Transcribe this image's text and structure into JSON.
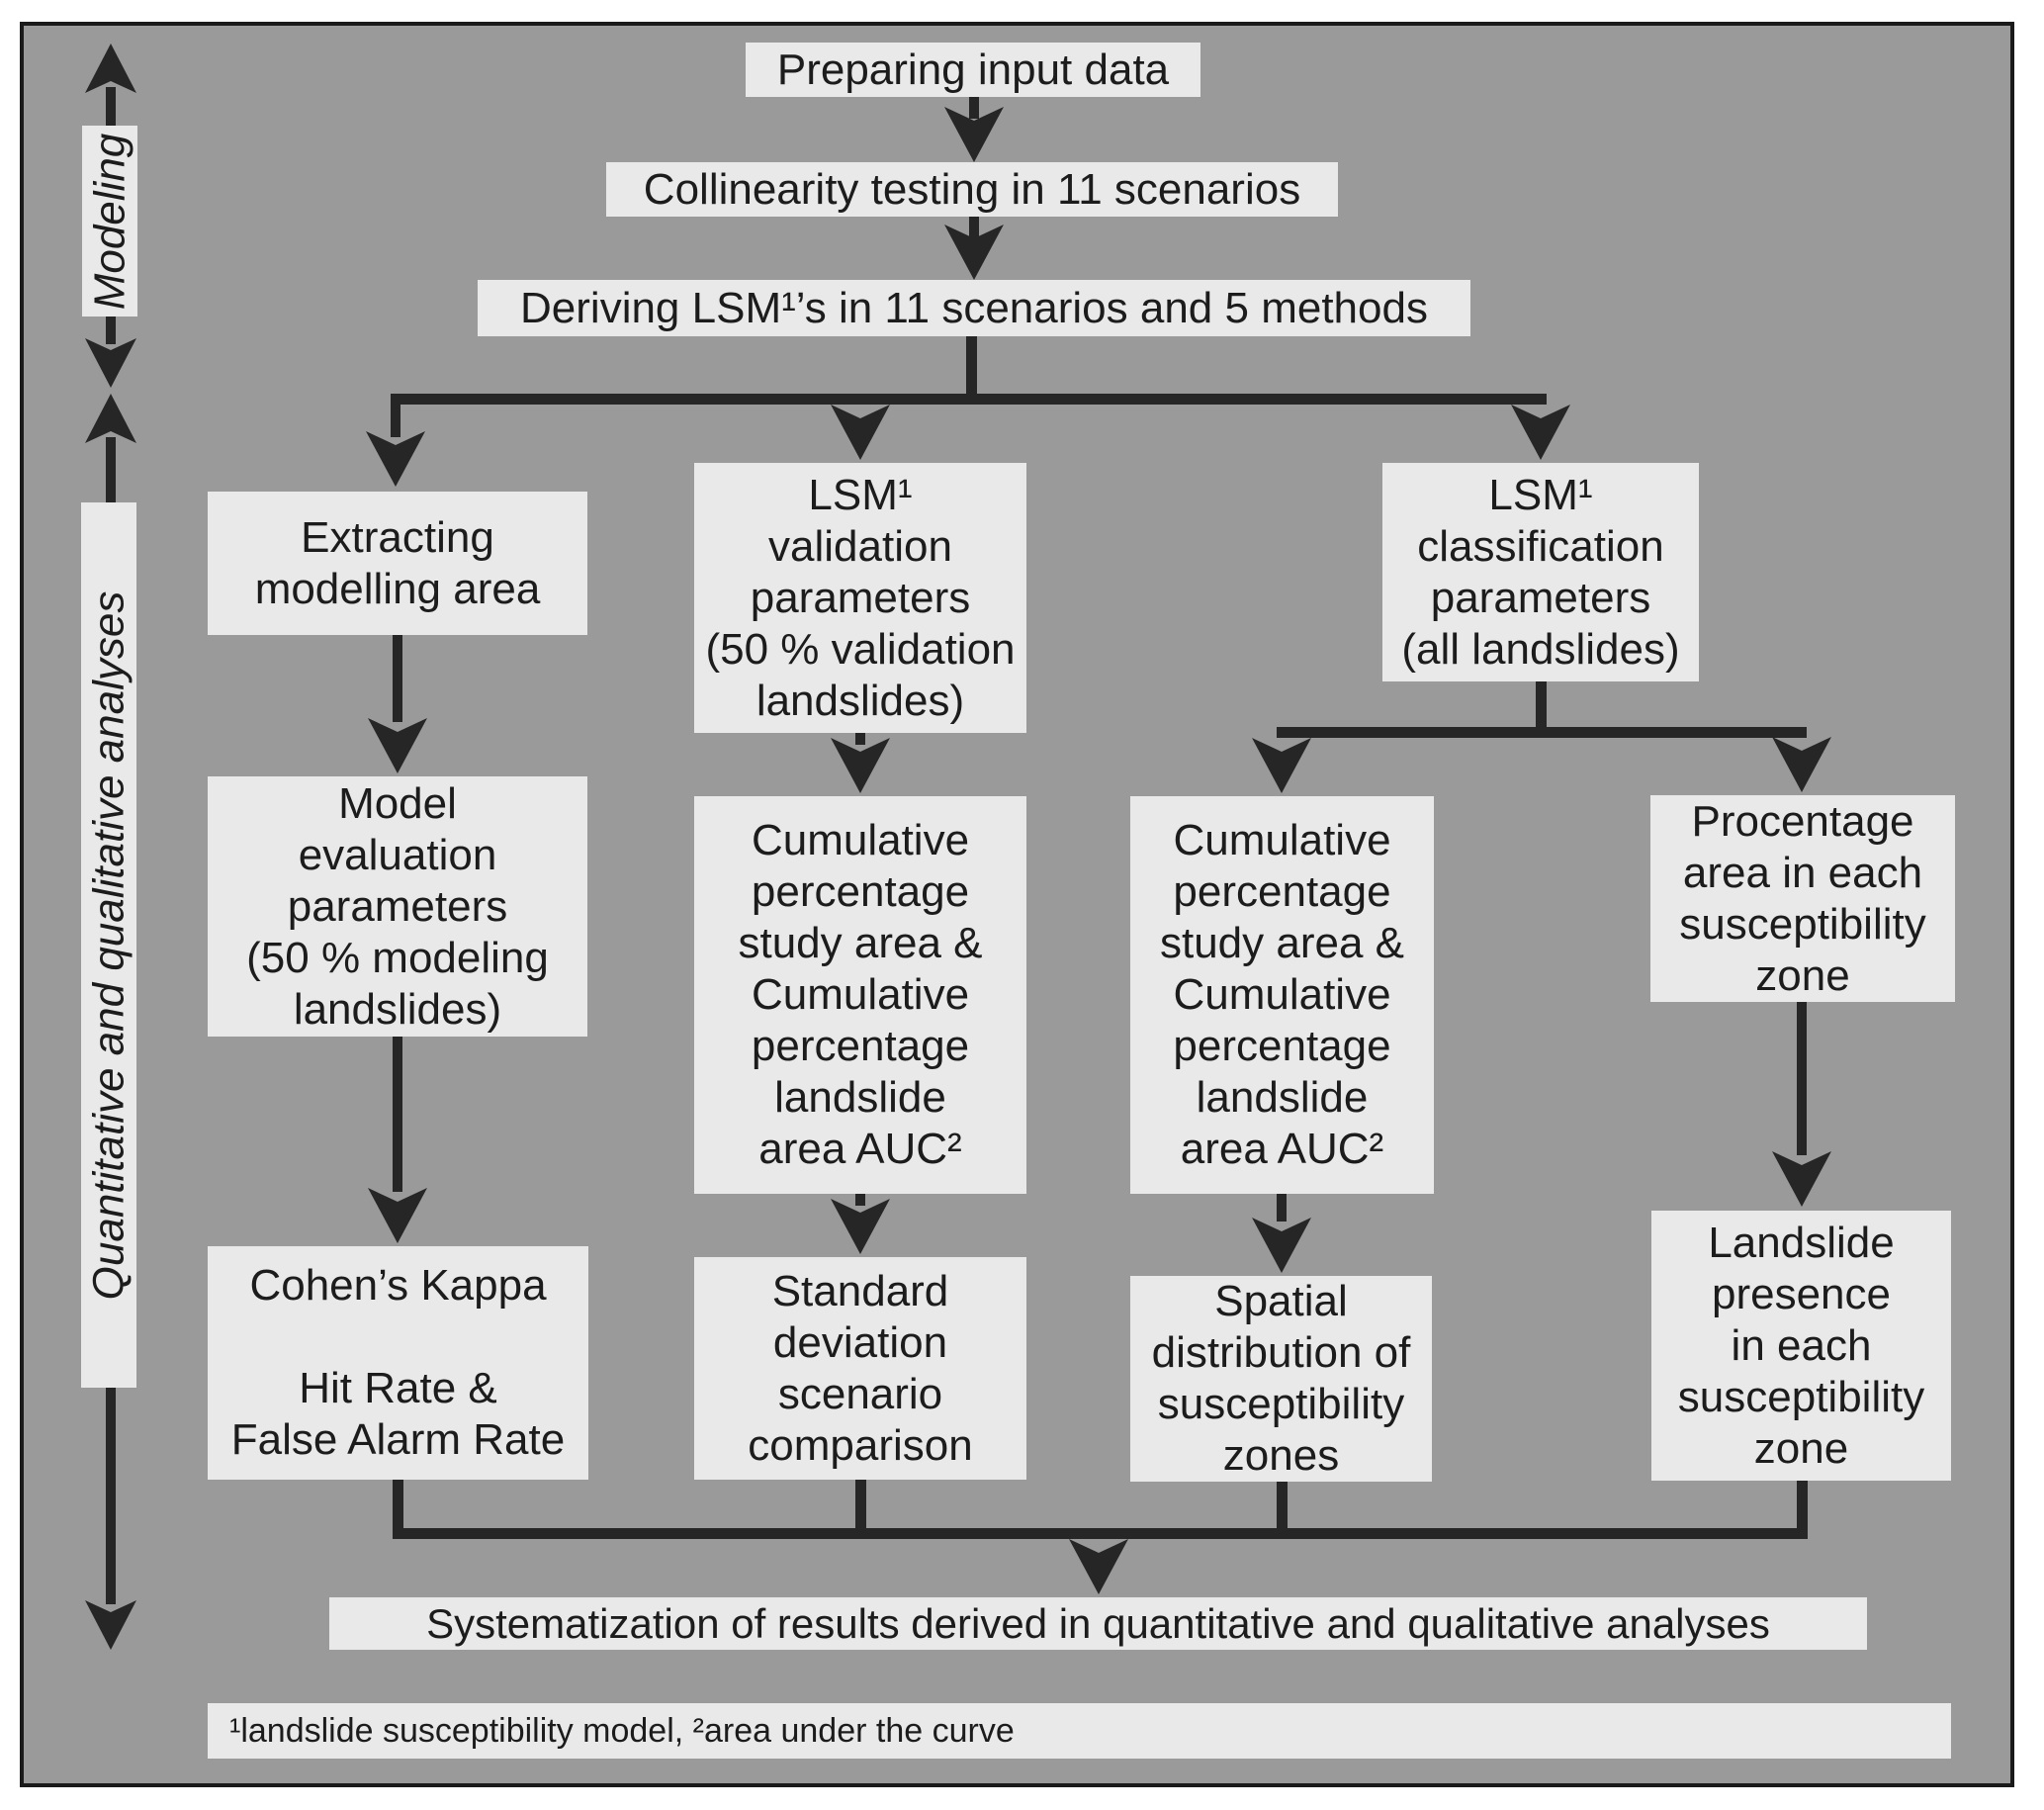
{
  "diagram": {
    "background_color": "#9a9a9a",
    "node_fill_color": "#e9e9e9",
    "line_color": "#262626",
    "text_color": "#1c1c1c"
  },
  "sidebar": {
    "modeling": "Modeling",
    "quant_qual": "Quantitative and qualitative analyses"
  },
  "nodes": {
    "preparing": {
      "label": "Preparing input data"
    },
    "collinearity": {
      "label": "Collinearity testing in 11 scenarios"
    },
    "deriving": {
      "label": "Deriving LSM¹’s in 11 scenarios and 5 methods"
    },
    "extracting": {
      "lines": [
        "Extracting",
        "modelling area"
      ]
    },
    "model_eval": {
      "lines": [
        "Model",
        "evaluation",
        "parameters",
        "(50 % modeling",
        "landslides)"
      ]
    },
    "cohens_kappa": {
      "lines": [
        "Cohen’s Kappa",
        "",
        "Hit Rate &",
        "False Alarm Rate"
      ]
    },
    "lsm_validation": {
      "lines": [
        "LSM¹",
        "validation",
        "parameters",
        "(50 % validation",
        "landslides)"
      ]
    },
    "cumulative_validation": {
      "lines": [
        "Cumulative",
        "percentage",
        "study area &",
        "Cumulative",
        "percentage",
        "landslide",
        "area AUC²"
      ]
    },
    "standard_deviation": {
      "lines": [
        "Standard",
        "deviation",
        "scenario",
        "comparison"
      ]
    },
    "lsm_classification": {
      "lines": [
        "LSM¹",
        "classification",
        "parameters",
        "(all landslides)"
      ]
    },
    "cumulative_classification": {
      "lines": [
        "Cumulative",
        "percentage",
        "study area &",
        "Cumulative",
        "percentage",
        "landslide",
        "area AUC²"
      ]
    },
    "spatial_distribution": {
      "lines": [
        "Spatial",
        "distribution of",
        "susceptibility",
        "zones"
      ]
    },
    "procentage_area": {
      "lines": [
        "Procentage",
        "area in each",
        "susceptibility",
        "zone"
      ]
    },
    "landslide_presence": {
      "lines": [
        "Landslide",
        "presence",
        "in each",
        "susceptibility",
        "zone"
      ]
    },
    "systematization": {
      "label": "Systematization of results derived in quantitative and qualitative analyses"
    }
  },
  "footnote": "¹landslide susceptibility model, ²area under the curve"
}
